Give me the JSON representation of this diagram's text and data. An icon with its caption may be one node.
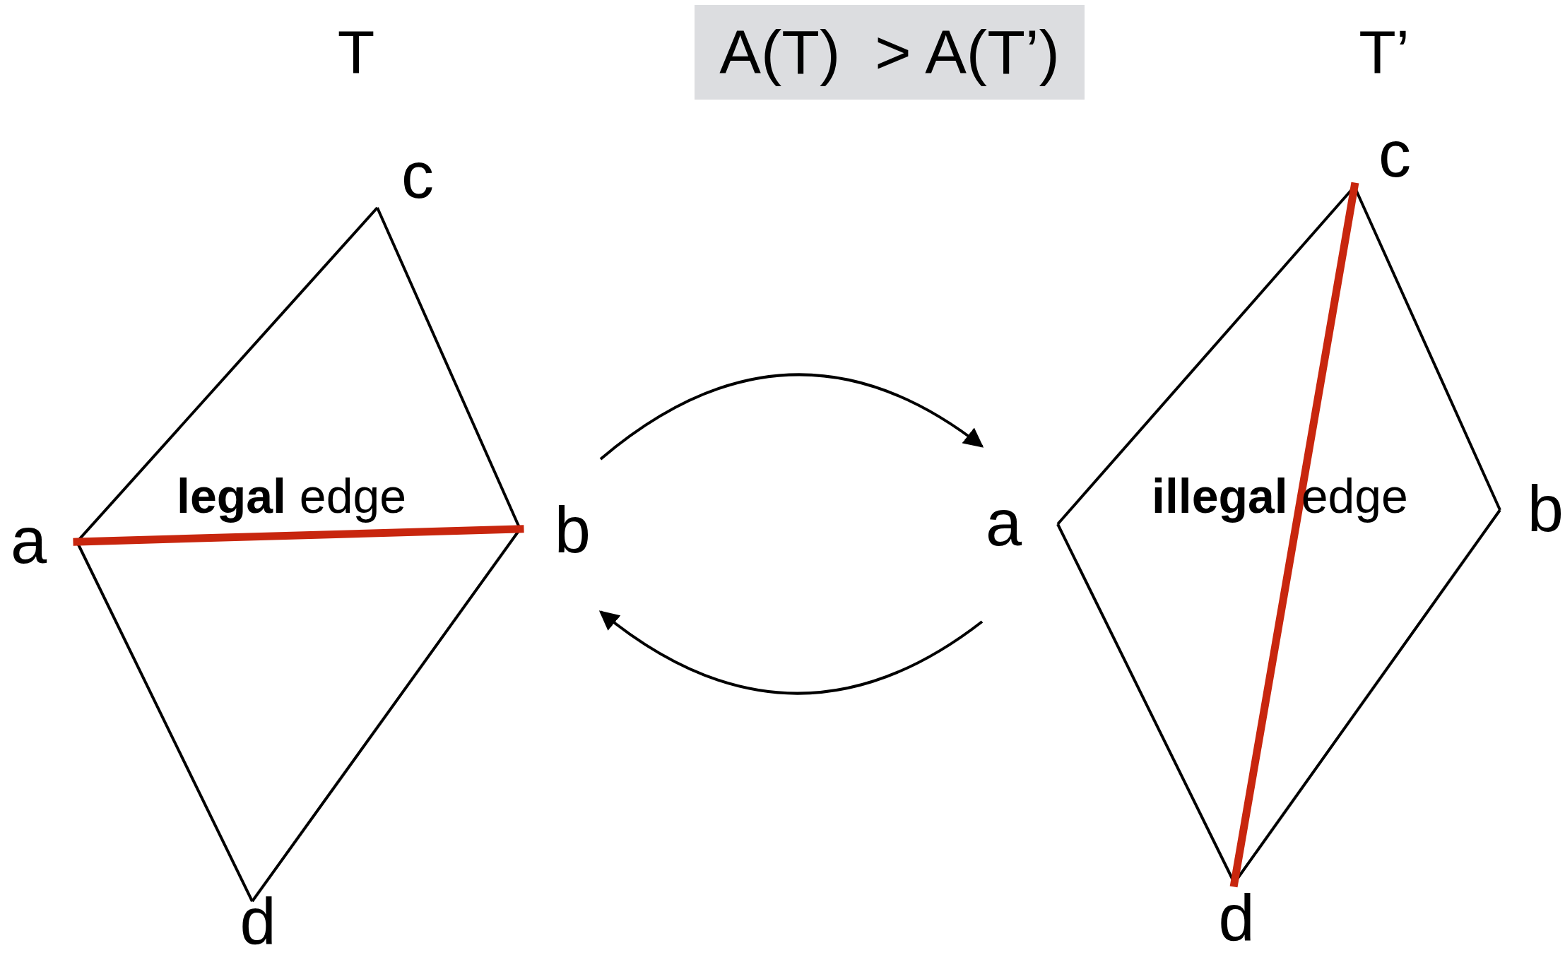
{
  "diagram": {
    "nodes": [
      {
        "text": [
          "T"
        ]
      },
      {
        "text": [
          "a"
        ],
        "in": 0
      },
      {
        "text": [
          "b"
        ],
        "in": 0
      },
      {
        "text": [
          "c"
        ],
        "in": 0
      },
      {
        "text": [
          "d"
        ],
        "in": 0
      },
      {
        "text": [
          "T’"
        ]
      },
      {
        "text": [
          "a"
        ],
        "in": 5
      },
      {
        "text": [
          "b"
        ],
        "in": 5
      },
      {
        "text": [
          "c"
        ],
        "in": 5
      },
      {
        "text": [
          "d"
        ],
        "in": 5
      }
    ],
    "edges": [
      {
        "from": 1,
        "to": 3,
        "arrow": "none"
      },
      {
        "from": 3,
        "to": 2,
        "arrow": "none"
      },
      {
        "from": 2,
        "to": 4,
        "arrow": "none"
      },
      {
        "from": 4,
        "to": 1,
        "arrow": "none"
      },
      {
        "from": 1,
        "to": 2,
        "arrow": "none",
        "style": "thick",
        "color": "#c8260e"
      },
      {
        "from": 6,
        "to": 8,
        "arrow": "none"
      },
      {
        "from": 8,
        "to": 7,
        "arrow": "none"
      },
      {
        "from": 7,
        "to": 9,
        "arrow": "none"
      },
      {
        "from": 9,
        "to": 6,
        "arrow": "none"
      },
      {
        "from": 8,
        "to": 9,
        "arrow": "none",
        "style": "thick",
        "color": "#c8260e"
      },
      {
        "from": 0,
        "to": 5,
        "arrow": "to"
      },
      {
        "from": 5,
        "to": 0,
        "arrow": "to"
      }
    ],
    "labels": [
      "A(T)  > A(T’)",
      "**legal** edge",
      "**illegal** edge"
    ]
  }
}
